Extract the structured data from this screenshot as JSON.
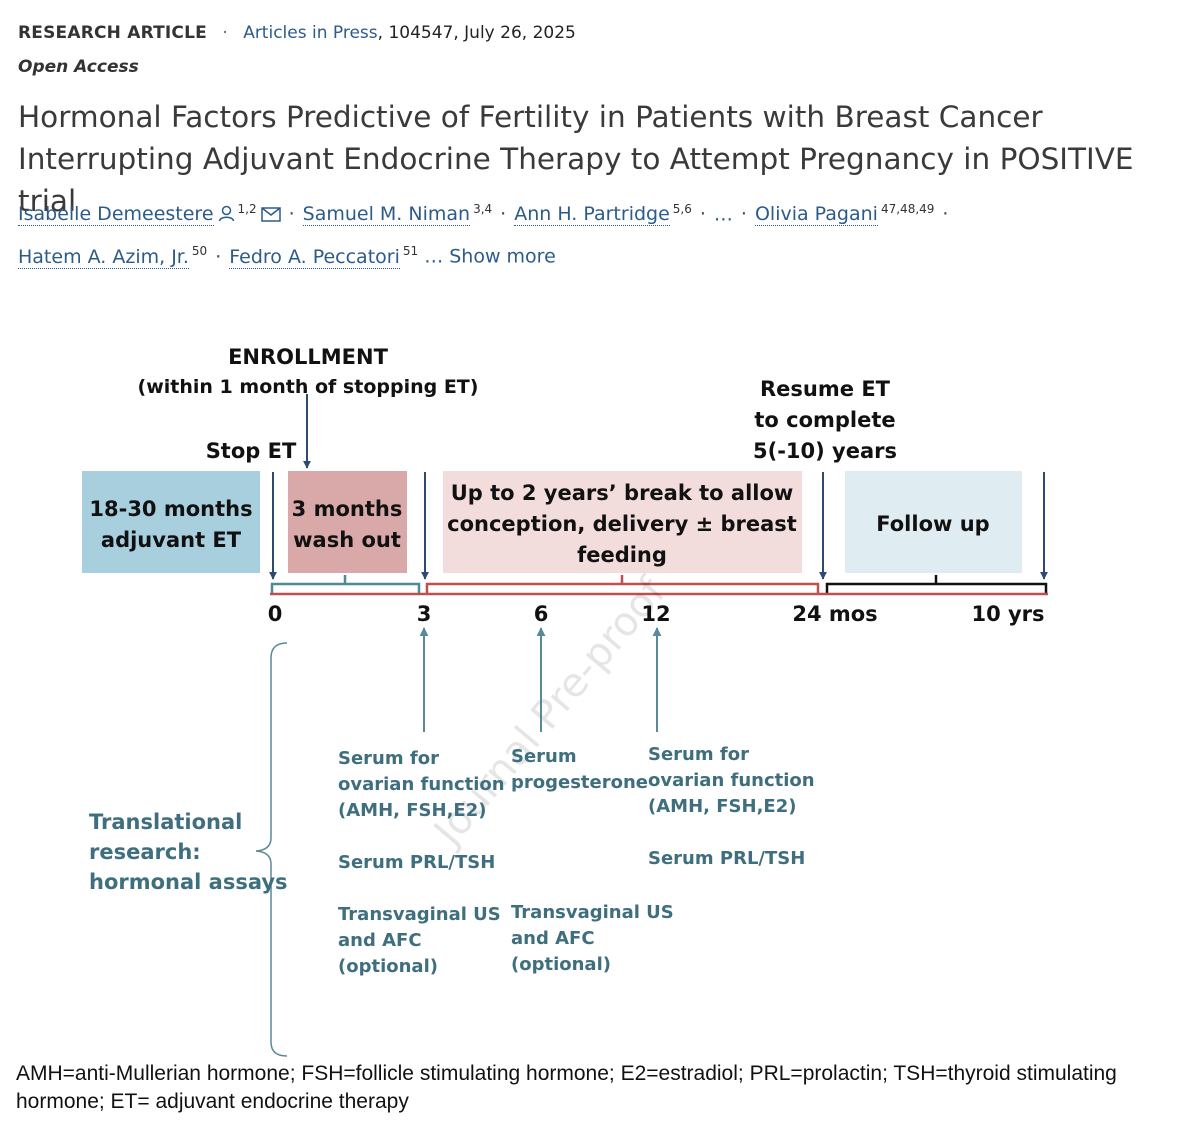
{
  "article": {
    "type_label": "RESEARCH ARTICLE",
    "separator": "·",
    "journal_status": "Articles in Press",
    "citation": ", 104547, July 26, 2025",
    "open_access": "Open Access",
    "title": "Hormonal Factors Predictive of Fertility in Patients with Breast Cancer Interrupting Adjuvant Endocrine Therapy to Attempt Pregnancy in POSITIVE trial",
    "authors": [
      {
        "name": "Isabelle Demeestere",
        "affil": "1,2"
      },
      {
        "name": "Samuel M. Niman",
        "affil": "3,4"
      },
      {
        "name": "Ann H. Partridge",
        "affil": "5,6"
      },
      {
        "name": "Olivia Pagani",
        "affil": "47,48,49"
      },
      {
        "name": "Hatem A. Azim, Jr.",
        "affil": "50"
      },
      {
        "name": "Fedro A. Peccatori",
        "affil": "51"
      }
    ],
    "ellipsis": "…",
    "show_more": "… Show more"
  },
  "figure": {
    "enrollment": {
      "title": "ENROLLMENT",
      "subtitle": "(within 1 month of stopping ET)"
    },
    "stop_et": "Stop ET",
    "resume_et": [
      "Resume ET",
      "to complete",
      "5(-10) years"
    ],
    "boxes": {
      "adjuvant": [
        "18-30 months",
        "adjuvant ET"
      ],
      "washout": [
        "3 months",
        "wash out"
      ],
      "break": [
        "Up to 2 years’ break to allow",
        "conception, delivery ± breast",
        "feeding"
      ],
      "followup": [
        "Follow up"
      ]
    },
    "ticks": [
      "0",
      "3",
      "6",
      "12",
      "24 mos",
      "10 yrs"
    ],
    "watermark": "Journal Pre-proof",
    "translational": [
      "Translational",
      "research:",
      "hormonal assays"
    ],
    "assays": {
      "month3": [
        "Serum for",
        "ovarian function",
        "(AMH, FSH,E2)",
        "Serum PRL/TSH",
        "Transvaginal US",
        "and AFC",
        "(optional)"
      ],
      "month6": [
        "Serum",
        "progesterone",
        "Transvaginal US",
        "and AFC",
        "(optional)"
      ],
      "month12": [
        "Serum for",
        "ovarian function",
        "(AMH, FSH,E2)",
        "Serum PRL/TSH"
      ]
    },
    "colors": {
      "adjuvant_box": "#a7cfdd",
      "washout_box": "#d9a9a9",
      "break_box": "#f2dcdc",
      "followup_box": "#dfedf3",
      "arrow": "#2e4a73",
      "teal_text": "#3f6f7e",
      "teal_arrow": "#5a8a99",
      "red_bracket": "#c0504d",
      "teal_bracket": "#4d8a98"
    },
    "caption": "AMH=anti-Mullerian hormone; FSH=follicle stimulating hormone; E2=estradiol; PRL=prolactin; TSH=thyroid stimulating hormone; ET= adjuvant endocrine therapy"
  }
}
